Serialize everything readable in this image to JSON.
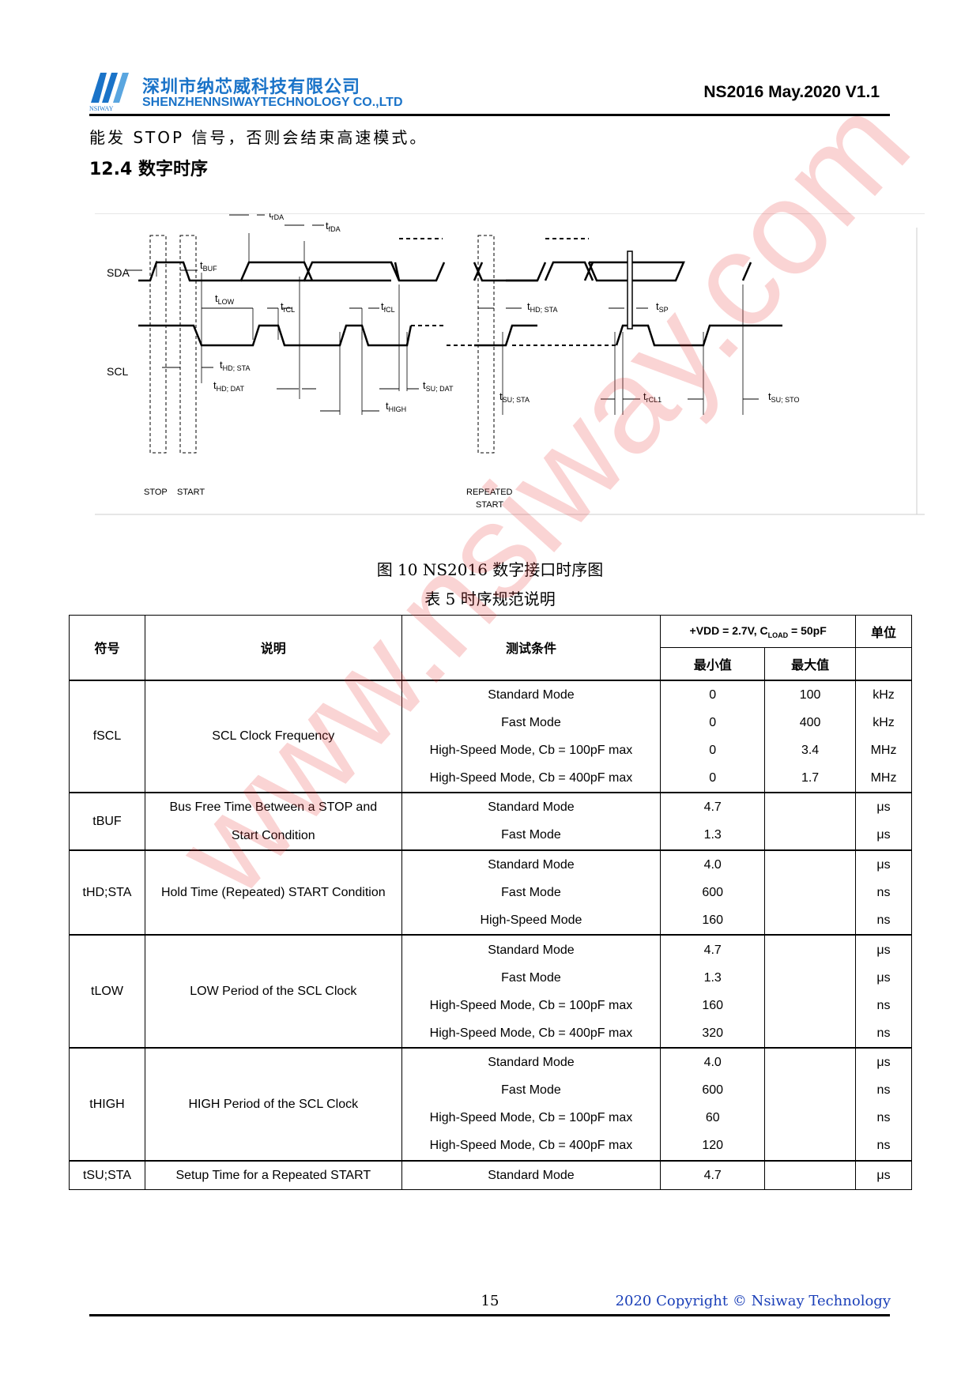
{
  "header": {
    "company_cn": "深圳市纳芯威科技有限公司",
    "company_en": "SHENZHENNSIWAYTECHNOLOGY CO.,LTD",
    "logo_text": "NSIWAY",
    "doc_id": "NS2016 May.2020 V1.1"
  },
  "intro_text": "能发 STOP 信号，否则会结束高速模式。",
  "section_title": "12.4 数字时序",
  "diagram": {
    "sda_label": "SDA",
    "scl_label": "SCL",
    "labels": {
      "trda": "t",
      "trda_sub": "rDA",
      "tfda": "t",
      "tfda_sub": "fDA",
      "tbuf": "t",
      "tbuf_sub": "BUF",
      "tlow": "t",
      "tlow_sub": "LOW",
      "trcl": "t",
      "trcl_sub": "rCL",
      "tfcl": "t",
      "tfcl_sub": "fCL",
      "thdsta1": "t",
      "thdsta1_sub": "HD; STA",
      "thdsta2": "t",
      "thdsta2_sub": "HD; STA",
      "tsp": "t",
      "tsp_sub": "SP",
      "thddat": "t",
      "thddat_sub": "HD; DAT",
      "tsudat": "t",
      "tsudat_sub": "SU; DAT",
      "thigh": "t",
      "thigh_sub": "HIGH",
      "tsusta": "t",
      "tsusta_sub": "SU; STA",
      "trcl1": "t",
      "trcl1_sub": "rCL1",
      "tsusto": "t",
      "tsusto_sub": "SU; STO"
    },
    "stop": "STOP",
    "start": "START",
    "repeated": "REPEATED",
    "repeated_start": "START"
  },
  "figure_caption": "图 10 NS2016 数字接口时序图",
  "table_caption": "表 5  时序规范说明",
  "table": {
    "headers": {
      "symbol": "符号",
      "description": "说明",
      "conditions": "测试条件",
      "vdd_a": "+VDD = 2.7V, C",
      "vdd_sub": "LOAD",
      "vdd_b": " = 50pF",
      "unit": "单位",
      "min": "最小值",
      "max": "最大值"
    },
    "groups": [
      {
        "symbol": "fSCL",
        "desc": [
          "SCL Clock Frequency"
        ],
        "rows": [
          {
            "cond": "Standard Mode",
            "min": "0",
            "max": "100",
            "unit": "kHz"
          },
          {
            "cond": "Fast Mode",
            "min": "0",
            "max": "400",
            "unit": "kHz"
          },
          {
            "cond": "High-Speed Mode, Cb = 100pF max",
            "min": "0",
            "max": "3.4",
            "unit": "MHz"
          },
          {
            "cond": "High-Speed Mode, Cb = 400pF max",
            "min": "0",
            "max": "1.7",
            "unit": "MHz"
          }
        ]
      },
      {
        "symbol": "tBUF",
        "desc": [
          "Bus Free Time Between a STOP and",
          "Start Condition"
        ],
        "rows": [
          {
            "cond": "Standard Mode",
            "min": "4.7",
            "max": "",
            "unit": "μs"
          },
          {
            "cond": "Fast Mode",
            "min": "1.3",
            "max": "",
            "unit": "μs"
          }
        ]
      },
      {
        "symbol": "tHD;STA",
        "desc": [
          "Hold Time (Repeated) START Condition"
        ],
        "rows": [
          {
            "cond": "Standard Mode",
            "min": "4.0",
            "max": "",
            "unit": "μs"
          },
          {
            "cond": "Fast Mode",
            "min": "600",
            "max": "",
            "unit": "ns"
          },
          {
            "cond": "High-Speed Mode",
            "min": "160",
            "max": "",
            "unit": "ns"
          }
        ]
      },
      {
        "symbol": "tLOW",
        "desc": [
          "LOW Period of the SCL Clock"
        ],
        "rows": [
          {
            "cond": "Standard Mode",
            "min": "4.7",
            "max": "",
            "unit": "μs"
          },
          {
            "cond": "Fast Mode",
            "min": "1.3",
            "max": "",
            "unit": "μs"
          },
          {
            "cond": "High-Speed Mode, Cb = 100pF max",
            "min": "160",
            "max": "",
            "unit": "ns"
          },
          {
            "cond": "High-Speed Mode, Cb = 400pF max",
            "min": "320",
            "max": "",
            "unit": "ns"
          }
        ]
      },
      {
        "symbol": "tHIGH",
        "desc": [
          "HIGH Period of the SCL Clock"
        ],
        "rows": [
          {
            "cond": "Standard Mode",
            "min": "4.0",
            "max": "",
            "unit": "μs"
          },
          {
            "cond": "Fast Mode",
            "min": "600",
            "max": "",
            "unit": "ns"
          },
          {
            "cond": "High-Speed Mode, Cb = 100pF max",
            "min": "60",
            "max": "",
            "unit": "ns"
          },
          {
            "cond": "High-Speed Mode, Cb = 400pF max",
            "min": "120",
            "max": "",
            "unit": "ns"
          }
        ]
      },
      {
        "symbol": "tSU;STA",
        "desc": [
          "Setup Time for a Repeated START"
        ],
        "rows": [
          {
            "cond": "Standard Mode",
            "min": "4.7",
            "max": "",
            "unit": "μs"
          }
        ]
      }
    ]
  },
  "footer": {
    "page": "15",
    "copyright": "2020 Copyright © Nsiway Technology"
  },
  "watermark": "www.nsiway.com",
  "colors": {
    "brand": "#1a73c8",
    "copyright": "#1a3fb8",
    "watermark": "#e63c3c"
  }
}
